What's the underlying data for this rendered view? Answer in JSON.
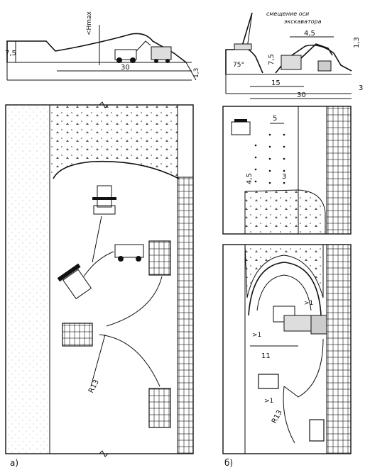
{
  "figure": {
    "variant_a_label": "а)",
    "variant_b_label": "б)",
    "colors": {
      "ink": "#111111",
      "paper": "#ffffff",
      "fill": "#e9e9e9"
    }
  },
  "section_a": {
    "height_label": "7,5",
    "hmax_label": "<Hmax",
    "width_label": "30",
    "step_label": "1,3"
  },
  "section_b": {
    "excavator_axis_label_line1": "смещение оси",
    "excavator_axis_label_line2": "экскаватора",
    "offset_label": "4,5",
    "angle_label": "75°",
    "height_label": "7,5",
    "right_height_label": "1,3",
    "width_inner_label": "15",
    "width_outer_label": "30",
    "step_label": "3"
  },
  "plan_a": {
    "radius_label": "R13"
  },
  "plan_b": {
    "spacing_label": "5",
    "row_label": "4,5",
    "gap_label": "3",
    "clearance_label_1": ">1",
    "clearance_label_2": ">1",
    "clearance_label_3": ">1",
    "distance_label": "11",
    "radius_label": "R13"
  }
}
